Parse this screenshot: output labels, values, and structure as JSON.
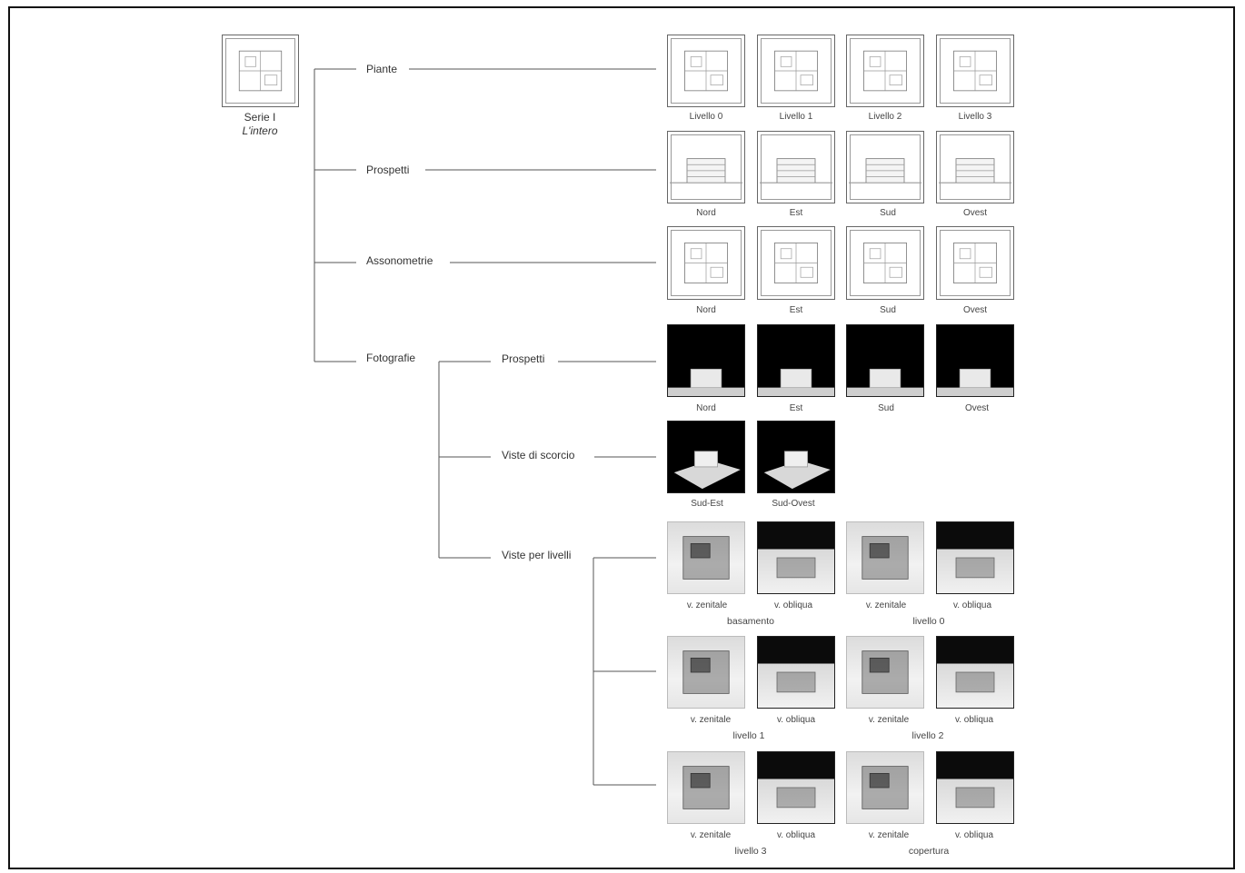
{
  "series": {
    "title": "Serie I",
    "subtitle": "L'intero",
    "icon": "floor-plan-thumbnail"
  },
  "branches": {
    "piante": {
      "label": "Piante",
      "items": [
        {
          "caption": "Livello 0"
        },
        {
          "caption": "Livello 1"
        },
        {
          "caption": "Livello 2"
        },
        {
          "caption": "Livello 3"
        }
      ]
    },
    "prospetti": {
      "label": "Prospetti",
      "items": [
        {
          "caption": "Nord"
        },
        {
          "caption": "Est"
        },
        {
          "caption": "Sud"
        },
        {
          "caption": "Ovest"
        }
      ]
    },
    "assonometrie": {
      "label": "Assonometrie",
      "items": [
        {
          "caption": "Nord"
        },
        {
          "caption": "Est"
        },
        {
          "caption": "Sud"
        },
        {
          "caption": "Ovest"
        }
      ]
    },
    "fotografie": {
      "label": "Fotografie",
      "prospetti": {
        "label": "Prospetti",
        "items": [
          {
            "caption": "Nord"
          },
          {
            "caption": "Est"
          },
          {
            "caption": "Sud"
          },
          {
            "caption": "Ovest"
          }
        ]
      },
      "scorcio": {
        "label": "Viste di scorcio",
        "items": [
          {
            "caption": "Sud-Est"
          },
          {
            "caption": "Sud-Ovest"
          }
        ]
      },
      "livelli": {
        "label": "Viste per livelli",
        "groups": [
          {
            "name": "basamento",
            "views": [
              "v. zenitale",
              "v. obliqua"
            ]
          },
          {
            "name": "livello 0",
            "views": [
              "v. zenitale",
              "v. obliqua"
            ]
          },
          {
            "name": "livello 1",
            "views": [
              "v. zenitale",
              "v. obliqua"
            ]
          },
          {
            "name": "livello 2",
            "views": [
              "v. zenitale",
              "v. obliqua"
            ]
          },
          {
            "name": "livello 3",
            "views": [
              "v. zenitale",
              "v. obliqua"
            ]
          },
          {
            "name": "copertura",
            "views": [
              "v. zenitale",
              "v. obliqua"
            ]
          }
        ]
      }
    }
  },
  "colors": {
    "line": "#555555",
    "frame": "#111111",
    "photo_bg": "#000000"
  }
}
